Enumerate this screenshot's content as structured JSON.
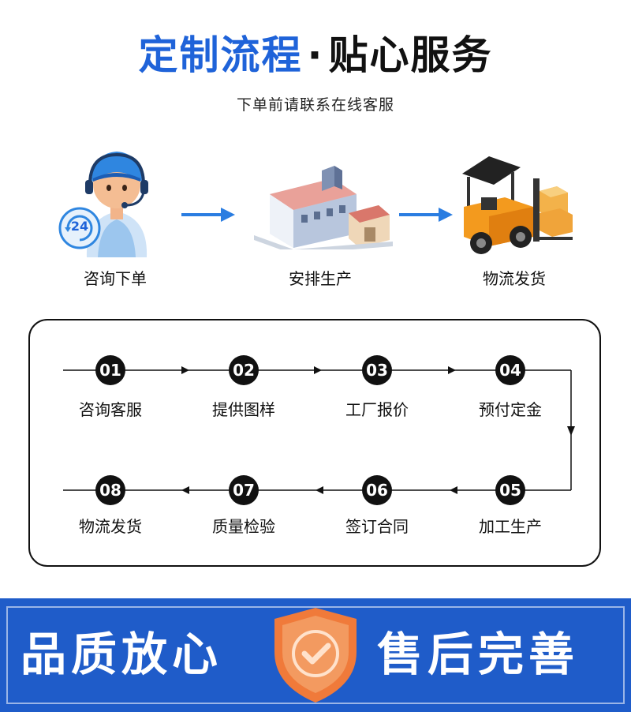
{
  "header": {
    "title_blue": "定制流程",
    "title_dot": "·",
    "title_dark": "贴心服务",
    "subtitle": "下单前请联系在线客服"
  },
  "top_flow": {
    "steps": [
      {
        "label": "咨询下单",
        "icon": "customer-service-agent-icon"
      },
      {
        "label": "安排生产",
        "icon": "factory-icon"
      },
      {
        "label": "物流发货",
        "icon": "forklift-icon"
      }
    ],
    "badge_text": "24",
    "arrow_color": "#2a7de1"
  },
  "process": {
    "row1": [
      {
        "num": "01",
        "label": "咨询客服"
      },
      {
        "num": "02",
        "label": "提供图样"
      },
      {
        "num": "03",
        "label": "工厂报价"
      },
      {
        "num": "04",
        "label": "预付定金"
      }
    ],
    "row2": [
      {
        "num": "08",
        "label": "物流发货"
      },
      {
        "num": "07",
        "label": "质量检验"
      },
      {
        "num": "06",
        "label": "签订合同"
      },
      {
        "num": "05",
        "label": "加工生产"
      }
    ]
  },
  "banner": {
    "left_text": "品质放心",
    "right_text": "售后完善",
    "shield_icon": "shield-check-icon",
    "background": "#1f5cc9",
    "shield_color": "#f07a3a"
  }
}
